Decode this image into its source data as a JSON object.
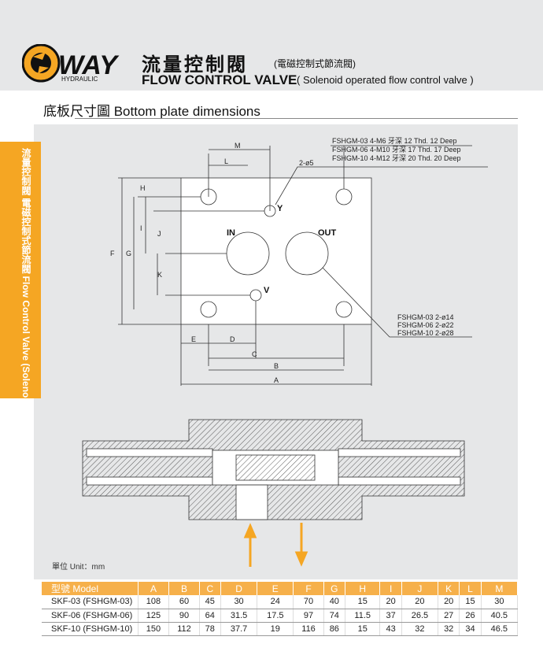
{
  "header": {
    "brand": "WAY",
    "brand_sub": "HYDRAULIC",
    "cn_title": "流量控制閥",
    "cn_subtitle": "(電磁控制式節流閥)",
    "en_title": "FLOW CONTROL VALVE",
    "en_subtitle": "( Solenoid operated flow control valve )"
  },
  "section": {
    "title": "底板尺寸圖  Bottom plate dimensions"
  },
  "side_tab": {
    "text": "流量控制閥  電磁控制式節流閥 Flow Control Valve (Solenoid operated flow control valve)"
  },
  "drawing": {
    "labels": {
      "in": "IN",
      "out": "OUT",
      "y": "Y",
      "v": "V",
      "hole": "2-ø5"
    },
    "dims": [
      "M",
      "L",
      "H",
      "I",
      "J",
      "K",
      "G",
      "F",
      "E",
      "D",
      "C",
      "B",
      "A"
    ],
    "thread_notes": [
      "FSHGM-03   4-M6 牙深 12 Thd. 12 Deep",
      "FSHGM-06   4-M10 牙深 17 Thd. 17 Deep",
      "FSHGM-10   4-M12 牙深 20 Thd. 20 Deep"
    ],
    "port_notes": [
      "FSHGM-03   2-ø14",
      "FSHGM-06   2-ø22",
      "FSHGM-10   2-ø28"
    ]
  },
  "unit": "單位 Unit：mm",
  "table": {
    "headers": [
      "型號 Model",
      "A",
      "B",
      "C",
      "D",
      "E",
      "F",
      "G",
      "H",
      "I",
      "J",
      "K",
      "L",
      "M"
    ],
    "rows": [
      [
        "SKF-03 (FSHGM-03)",
        "108",
        "60",
        "45",
        "30",
        "24",
        "70",
        "40",
        "15",
        "20",
        "20",
        "20",
        "15",
        "30"
      ],
      [
        "SKF-06 (FSHGM-06)",
        "125",
        "90",
        "64",
        "31.5",
        "17.5",
        "97",
        "74",
        "11.5",
        "37",
        "26.5",
        "27",
        "26",
        "40.5"
      ],
      [
        "SKF-10 (FSHGM-10)",
        "150",
        "112",
        "78",
        "37.7",
        "19",
        "116",
        "86",
        "15",
        "43",
        "32",
        "32",
        "34",
        "46.5"
      ]
    ]
  },
  "colors": {
    "accent": "#f5a623",
    "panel": "#e6e7e8"
  }
}
